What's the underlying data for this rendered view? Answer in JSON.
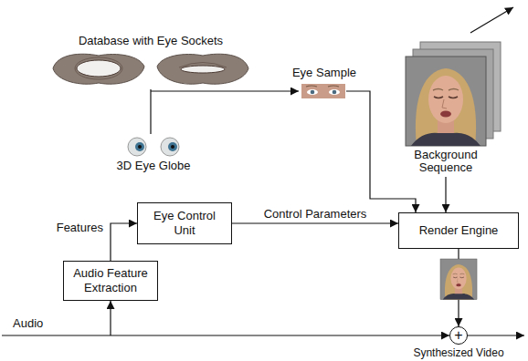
{
  "diagram": {
    "nodes": [
      {
        "text": [
          "Eye Control Unit"
        ]
      },
      {
        "text": [
          "Render Engine"
        ]
      },
      {
        "text": [
          "Audio Feature Extraction"
        ]
      },
      {
        "text": [
          "+"
        ]
      }
    ],
    "edges": [
      {
        "from": 2,
        "to": 0,
        "arrow": "to",
        "label": "Features"
      },
      {
        "from": 0,
        "to": 1,
        "arrow": "to",
        "label": "Control Parameters"
      },
      {
        "from": 1,
        "to": 3,
        "arrow": "to"
      }
    ],
    "labels": [
      "Database with Eye Sockets",
      "3D Eye Globe",
      "Eye Sample",
      "Background Sequence",
      "Audio",
      "Synthesized Video"
    ]
  }
}
